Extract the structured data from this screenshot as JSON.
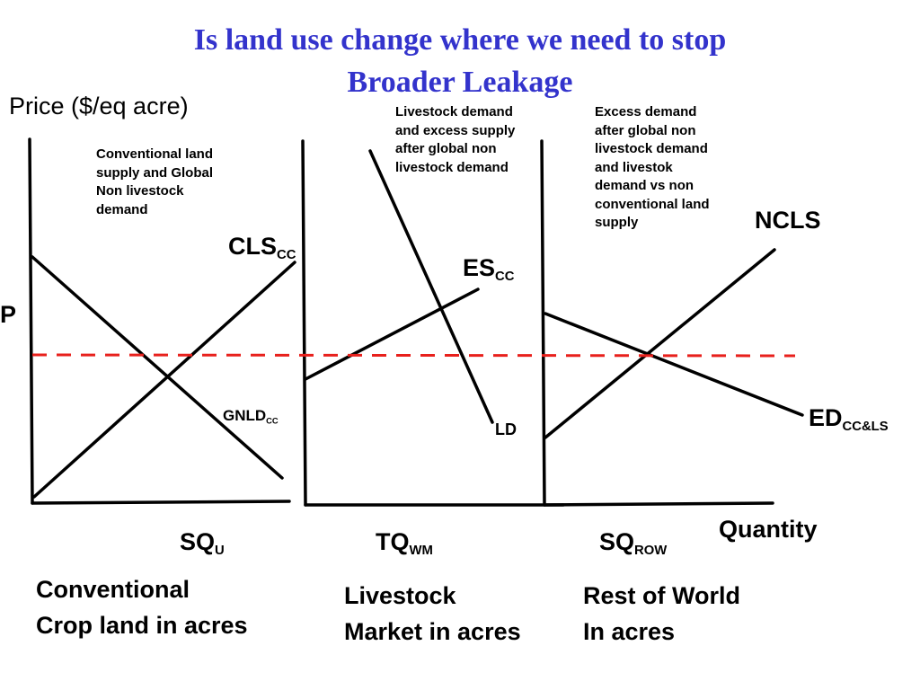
{
  "title": {
    "line1": "Is land use change where we need to stop",
    "line2": "Broader Leakage"
  },
  "price_axis_label": "Price ($/eq acre)",
  "price_level_label": "P",
  "quantity_axis_label": "Quantity",
  "notes": {
    "conventional": "Conventional land supply and Global Non livestock demand",
    "livestock": "Livestock demand and excess supply after global non livestock demand",
    "row": "Excess demand after global non livestock demand and livestok demand vs non conventional land supply"
  },
  "curves": {
    "cls": {
      "main": "CLS",
      "sub": "CC"
    },
    "gnld": {
      "main": "GNLD",
      "sub": "CC"
    },
    "es": {
      "main": "ES",
      "sub": "CC"
    },
    "ld": {
      "main": "LD"
    },
    "ncls": {
      "main": "NCLS"
    },
    "ed": {
      "main": "ED",
      "sub": "CC&LS"
    }
  },
  "quantities": {
    "sq_u": {
      "main": "SQ",
      "sub": "U"
    },
    "tq_wm": {
      "main": "TQ",
      "sub": "WM"
    },
    "sq_row": {
      "main": "SQ",
      "sub": "ROW"
    }
  },
  "panels": {
    "conventional": {
      "line1": "Conventional",
      "line2": "Crop land in acres"
    },
    "livestock": {
      "line1": "Livestock",
      "line2": "Market in acres"
    },
    "row": {
      "line1": "Rest of World",
      "line2": "In acres"
    }
  },
  "colors": {
    "title": "#3333cc",
    "price_line": "#e8201c",
    "lines": "#000000"
  }
}
